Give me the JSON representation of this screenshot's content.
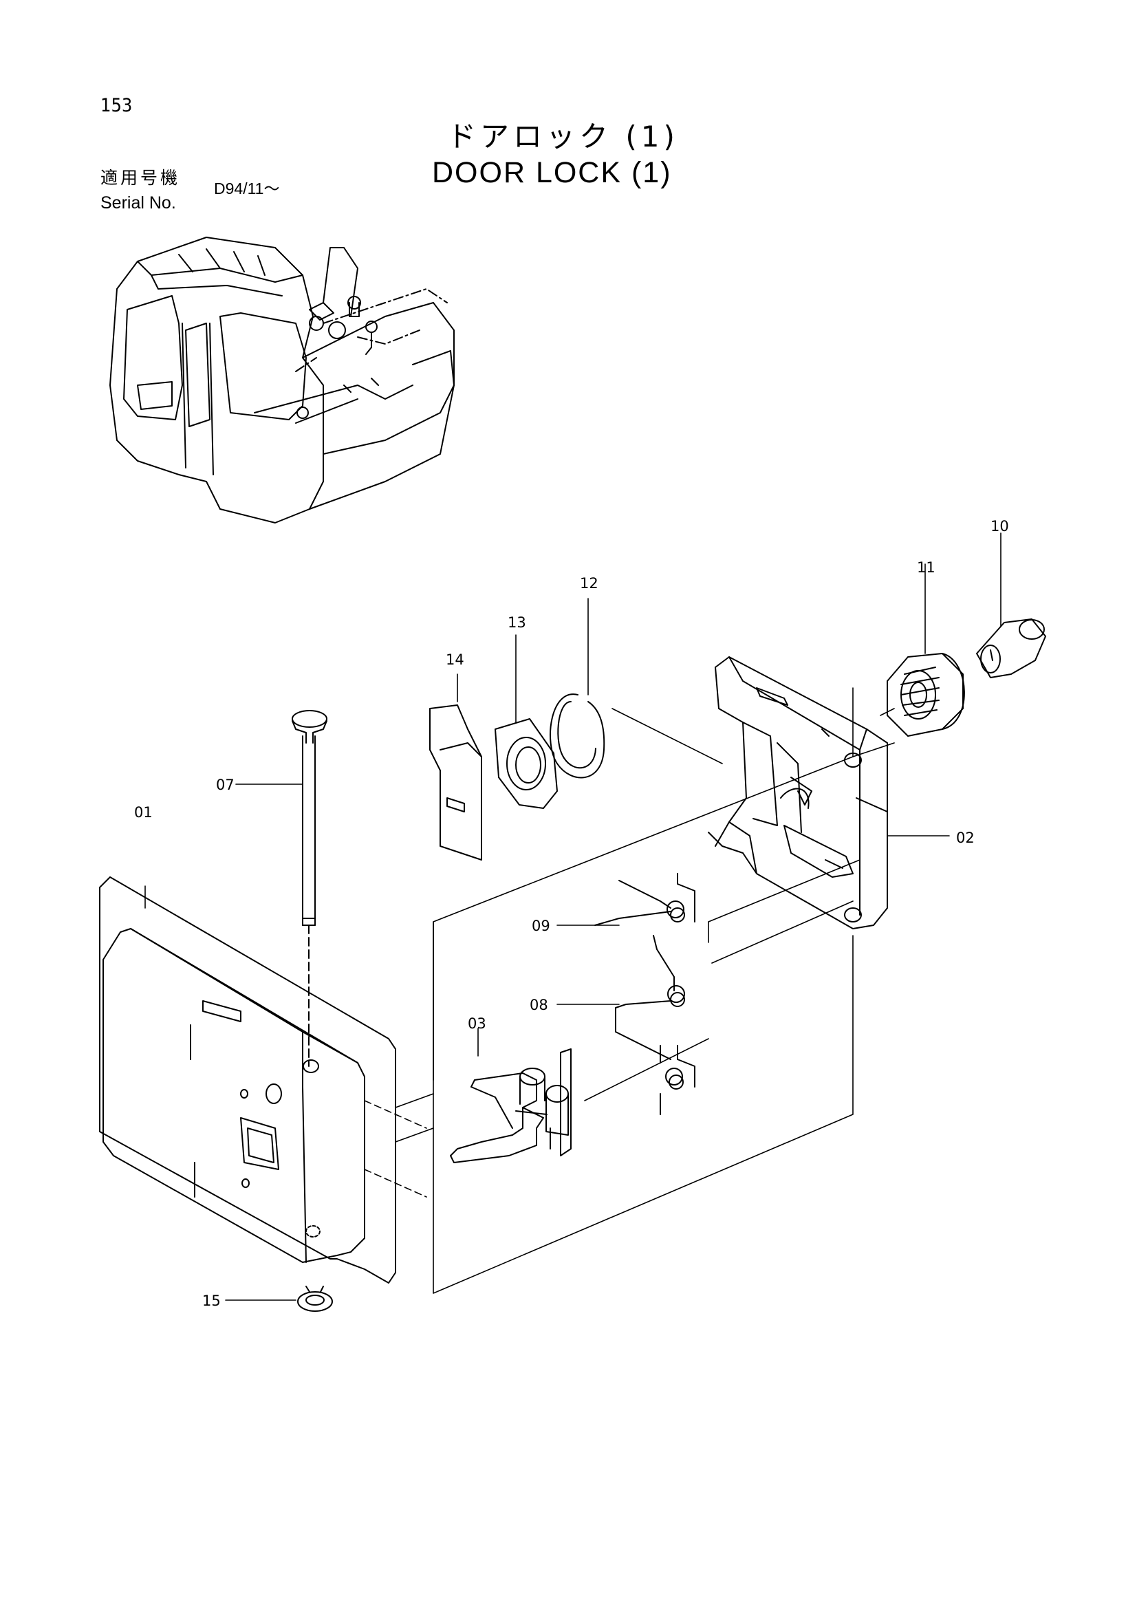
{
  "page": {
    "number": "153",
    "title_ja": "ドアロック (1)",
    "title_en": "DOOR LOCK (1)"
  },
  "serial": {
    "label_ja": "適用号機",
    "label_en": "Serial No.",
    "value": "D94/11～"
  },
  "callouts": [
    "01",
    "02",
    "03",
    "07",
    "08",
    "09",
    "10",
    "11",
    "12",
    "13",
    "14",
    "15"
  ]
}
